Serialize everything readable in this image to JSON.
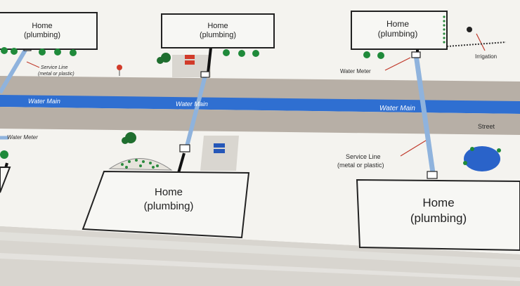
{
  "homes": {
    "home_label_line1": "Home",
    "home_label_line2": "(plumbing)"
  },
  "water_main": {
    "label": "Water Main",
    "color": "#2f6fd1"
  },
  "street": {
    "label": "Street"
  },
  "service_line": {
    "label_line1": "Service Line",
    "label_line2": "(metal or plastic)"
  },
  "water_meter": {
    "label": "Water Meter"
  },
  "irrigation": {
    "label": "Irrigation"
  },
  "colors": {
    "mat": "#f3f2ee",
    "road": "#b4aca3",
    "pipe": "#8fb3dd",
    "tree": "#1f8a3a",
    "tablecloth": "#cfcbc4"
  }
}
